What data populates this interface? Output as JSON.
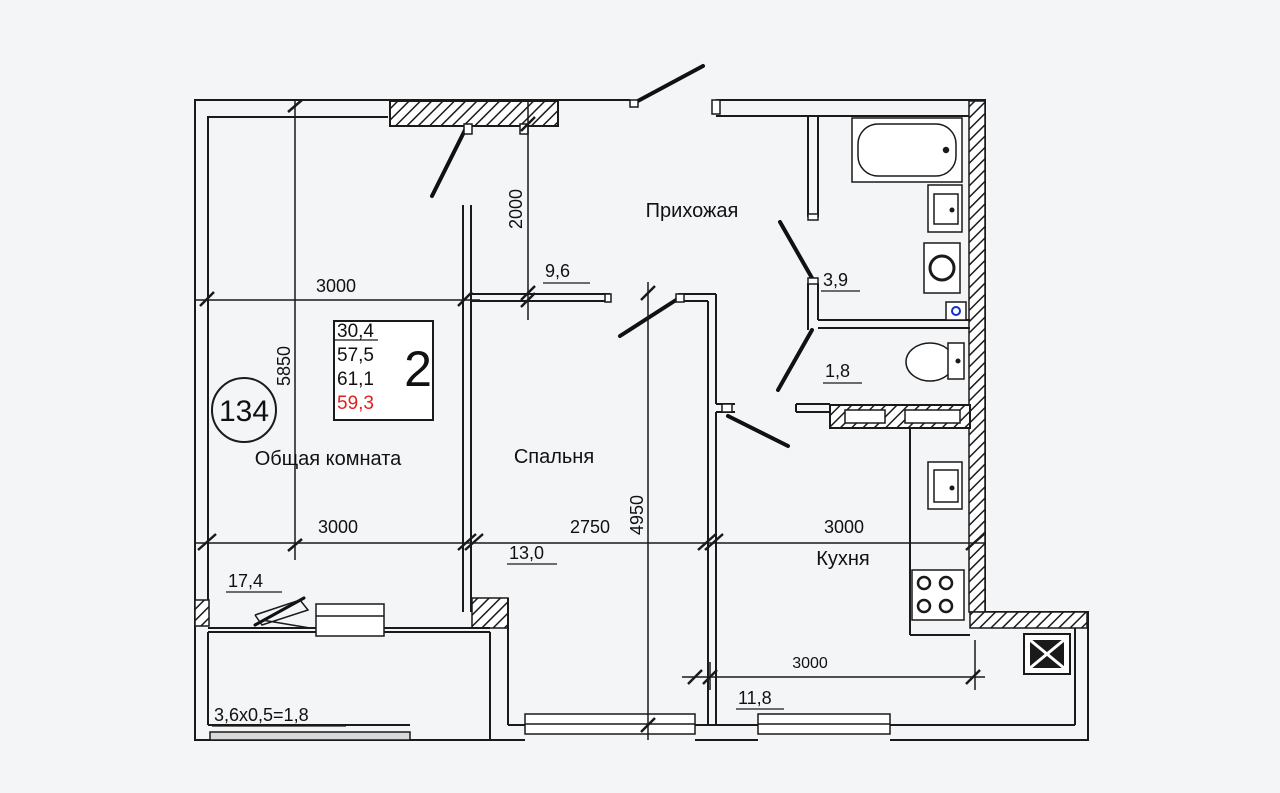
{
  "apartment": {
    "number": "134",
    "rooms": "2",
    "summary": [
      "30,4",
      "57,5",
      "61,1"
    ],
    "summary_highlight": "59,3",
    "highlight_color": "#e02020"
  },
  "rooms": {
    "living": {
      "name": "Общая комната",
      "area": "17,4"
    },
    "bedroom": {
      "name": "Спальня",
      "area": "13,0"
    },
    "hall": {
      "name": "Прихожая",
      "area": "9,6"
    },
    "bath": {
      "area": "3,9"
    },
    "wc": {
      "area": "1,8"
    },
    "kitchen": {
      "name": "Кухня",
      "area": "11,8"
    },
    "balcony": {
      "area": "3,6х0,5=1,8"
    }
  },
  "dimensions": {
    "living_width_top": "3000",
    "living_width_bottom": "3000",
    "living_height": "5850",
    "bedroom_width": "2750",
    "bedroom_height": "4950",
    "hall_height": "2000",
    "kitchen_width": "3000",
    "kitchen_width_bottom": "3000"
  },
  "colors": {
    "wall": "#1a1a1a",
    "hatch": "#1a1a1a",
    "background": "#f4f5f7",
    "fixture_blue": "#1030d0"
  }
}
